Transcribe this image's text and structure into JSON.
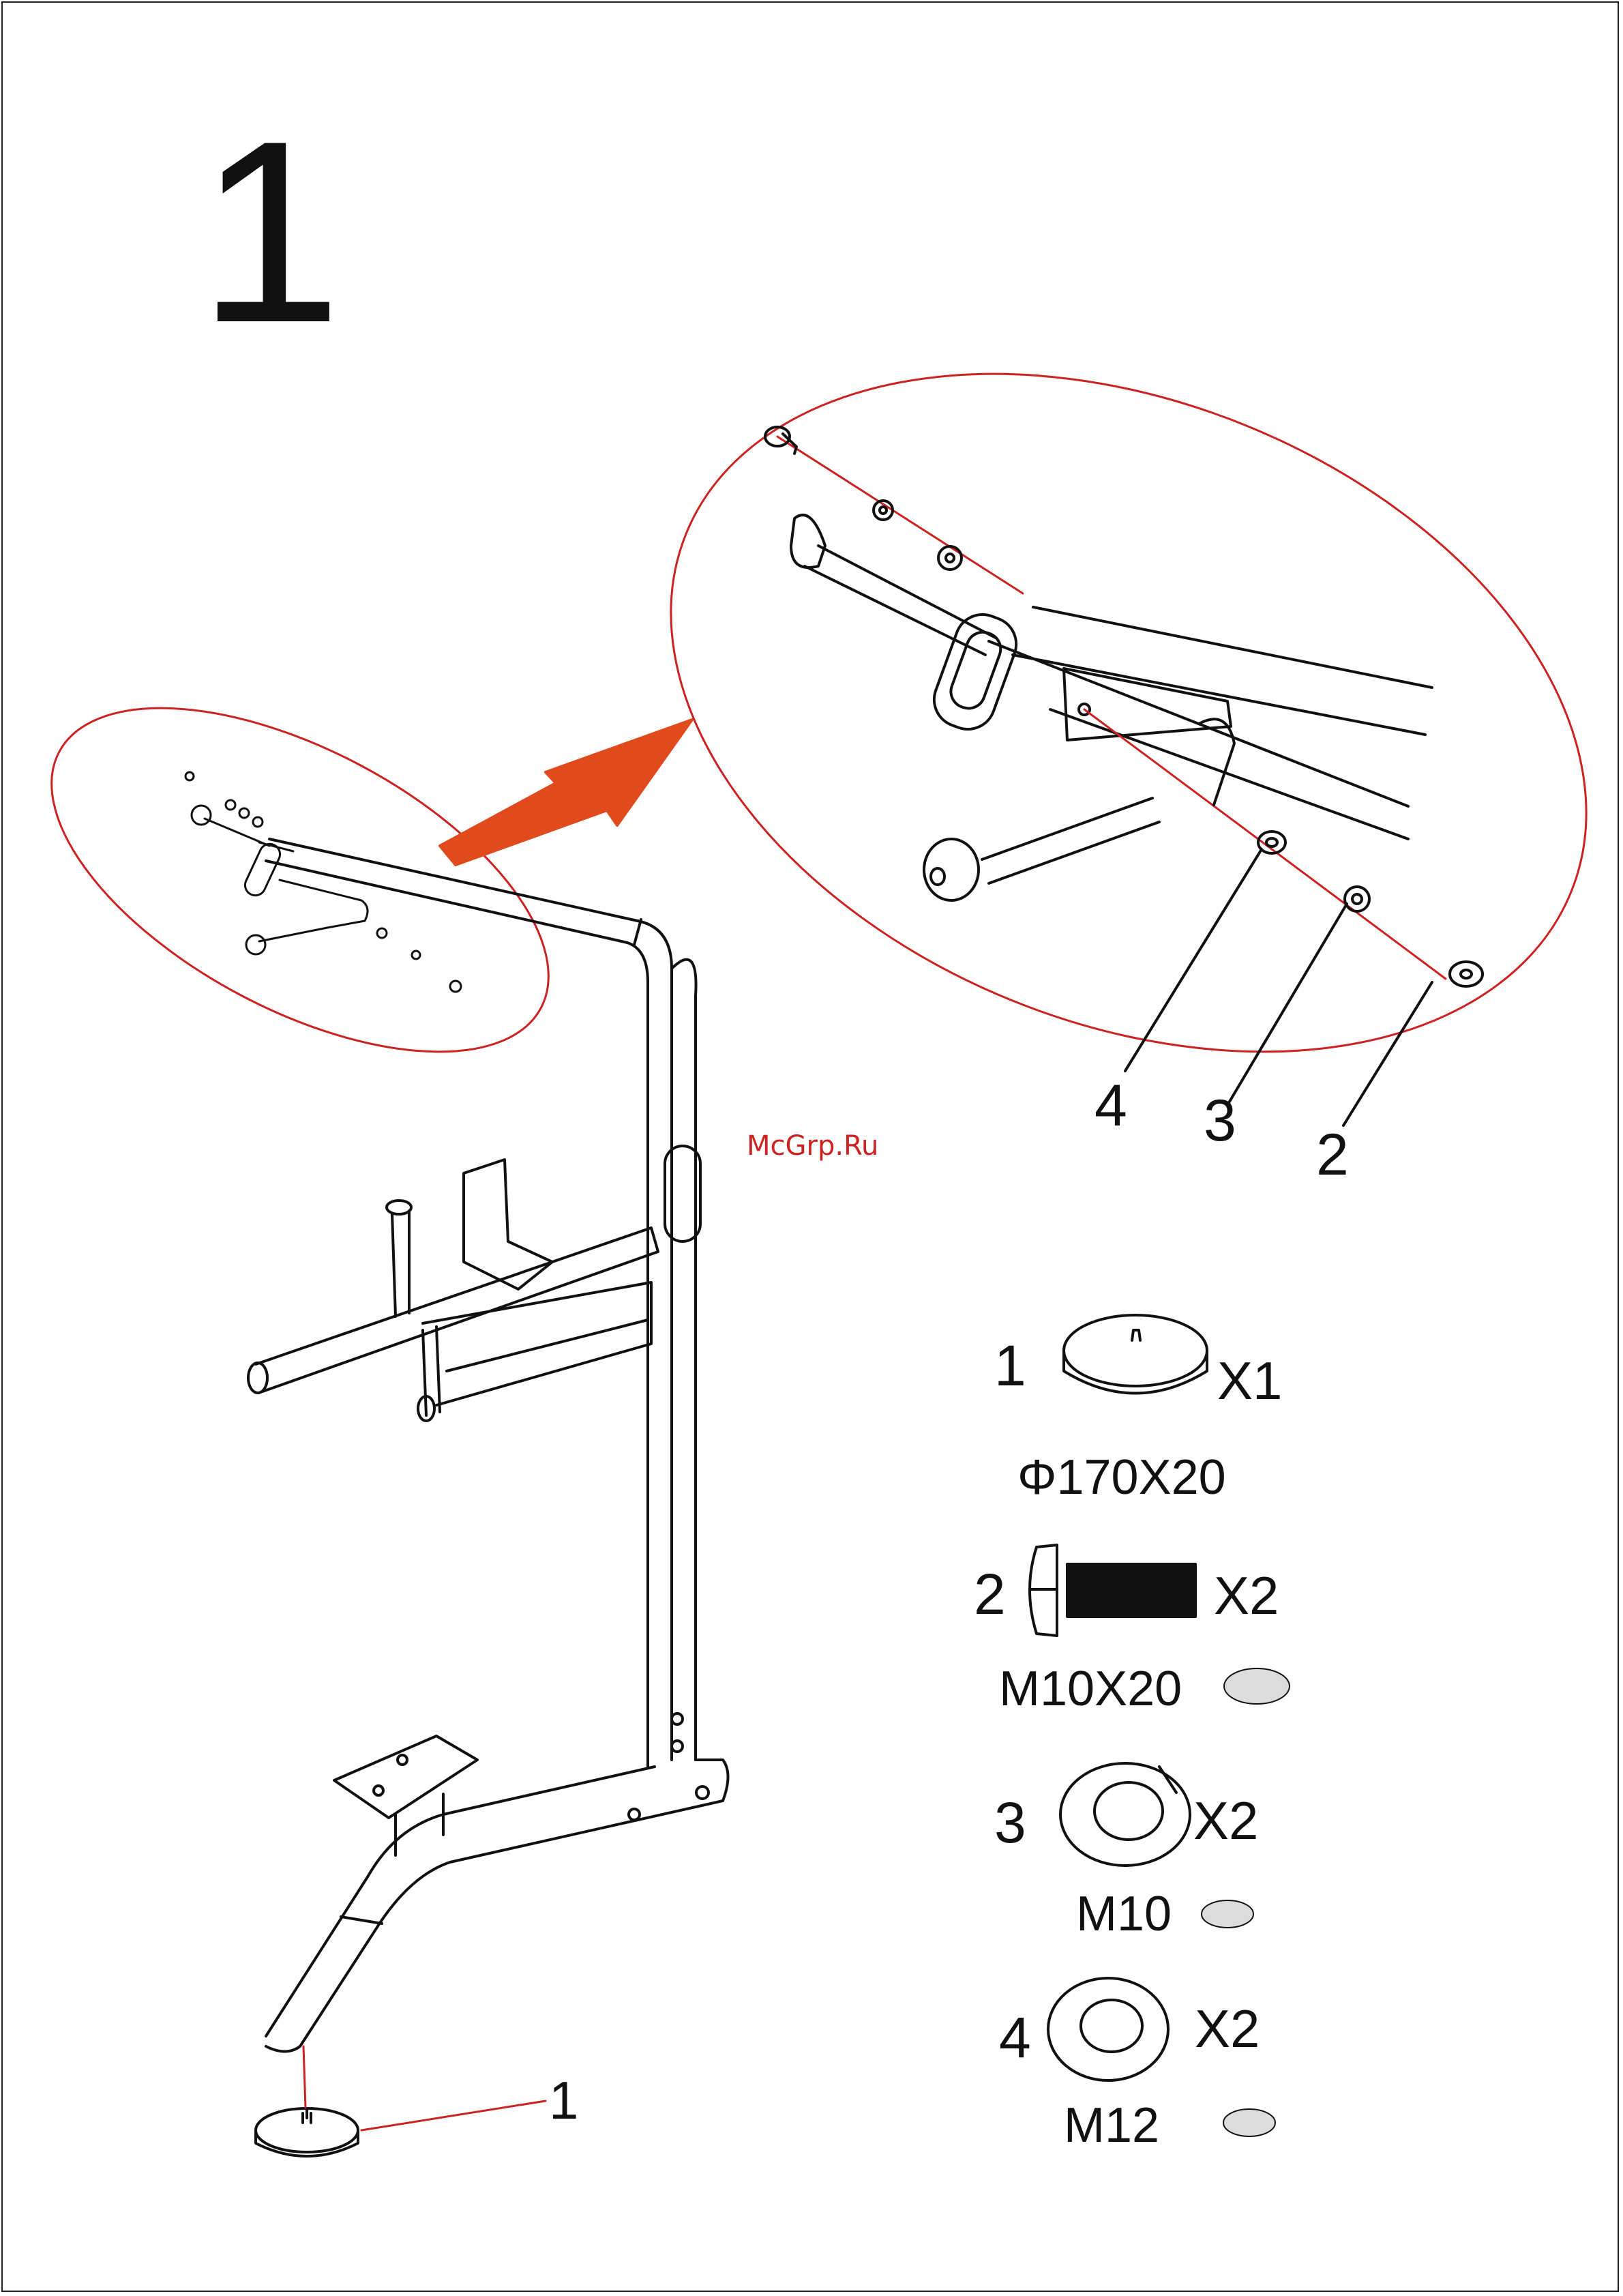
{
  "step_number": "1",
  "watermark": "McGrp.Ru",
  "colors": {
    "detail_ellipse": "#cc2222",
    "arrow": "#e04a1c",
    "line": "#111111",
    "spec_swatch": "#dcdcdc"
  },
  "assembly_callouts": {
    "c4": "4",
    "c3": "3",
    "c2": "2",
    "base_foot": "1"
  },
  "parts": [
    {
      "number": "1",
      "icon": "round-foot-pad-icon",
      "quantity": "X1",
      "spec": "Φ170X20"
    },
    {
      "number": "2",
      "icon": "bolt-icon",
      "quantity": "X2",
      "spec": "M10X20"
    },
    {
      "number": "3",
      "icon": "spring-washer-icon",
      "quantity": "X2",
      "spec": "M10"
    },
    {
      "number": "4",
      "icon": "flat-washer-icon",
      "quantity": "X2",
      "spec": "M12"
    }
  ]
}
